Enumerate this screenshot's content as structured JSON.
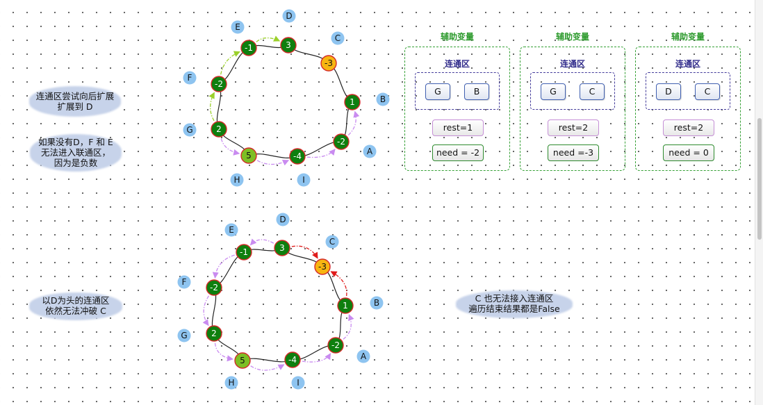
{
  "colors": {
    "node_green": "#0e7f0e",
    "node_border": "#d42a2a",
    "node_orange": "#f7b511",
    "node_lime": "#7dbf24",
    "label_blue": "#8ec4f0",
    "arrow_green": "#9bd02a",
    "arrow_purple": "#c98bf0",
    "arrow_red": "#e01a1a",
    "panel_green": "#35a035",
    "group_purple": "#423a9a"
  },
  "diagram1": {
    "nodes": [
      {
        "id": "A",
        "value": "-2",
        "fill": "green",
        "letter": "A"
      },
      {
        "id": "B",
        "value": "1",
        "fill": "green",
        "letter": "B"
      },
      {
        "id": "C",
        "value": "-3",
        "fill": "orange",
        "letter": "C"
      },
      {
        "id": "D",
        "value": "3",
        "fill": "green",
        "letter": "D"
      },
      {
        "id": "E",
        "value": "-1",
        "fill": "green",
        "letter": "E"
      },
      {
        "id": "F",
        "value": "-2",
        "fill": "green",
        "letter": "F"
      },
      {
        "id": "G",
        "value": "2",
        "fill": "green",
        "letter": "G"
      },
      {
        "id": "H",
        "value": "5",
        "fill": "lime",
        "letter": "H"
      },
      {
        "id": "I",
        "value": "-4",
        "fill": "green",
        "letter": "I"
      }
    ],
    "edges": [
      [
        "A",
        "B"
      ],
      [
        "B",
        "C"
      ],
      [
        "C",
        "D"
      ],
      [
        "D",
        "E"
      ],
      [
        "E",
        "F"
      ],
      [
        "F",
        "G"
      ],
      [
        "G",
        "H"
      ],
      [
        "H",
        "I"
      ],
      [
        "I",
        "A"
      ]
    ],
    "arrows": [
      {
        "from": "G",
        "to": "F",
        "color": "arrow_green"
      },
      {
        "from": "F",
        "to": "E",
        "color": "arrow_green"
      },
      {
        "from": "E",
        "to": "D",
        "color": "arrow_green"
      },
      {
        "from": "G",
        "to": "H",
        "color": "arrow_purple"
      },
      {
        "from": "H",
        "to": "I",
        "color": "arrow_purple"
      },
      {
        "from": "I",
        "to": "A",
        "color": "arrow_purple"
      },
      {
        "from": "A",
        "to": "B",
        "color": "arrow_purple"
      }
    ]
  },
  "diagram2": {
    "nodes": [
      {
        "id": "A",
        "value": "-2",
        "fill": "green",
        "letter": "A"
      },
      {
        "id": "B",
        "value": "1",
        "fill": "green",
        "letter": "B"
      },
      {
        "id": "C",
        "value": "-3",
        "fill": "orange",
        "letter": "C"
      },
      {
        "id": "D",
        "value": "3",
        "fill": "green",
        "letter": "D"
      },
      {
        "id": "E",
        "value": "-1",
        "fill": "green",
        "letter": "E"
      },
      {
        "id": "F",
        "value": "-2",
        "fill": "green",
        "letter": "F"
      },
      {
        "id": "G",
        "value": "2",
        "fill": "green",
        "letter": "G"
      },
      {
        "id": "H",
        "value": "5",
        "fill": "lime",
        "letter": "H"
      },
      {
        "id": "I",
        "value": "-4",
        "fill": "green",
        "letter": "I"
      }
    ],
    "edges": [
      [
        "A",
        "B"
      ],
      [
        "B",
        "C"
      ],
      [
        "C",
        "D"
      ],
      [
        "D",
        "E"
      ],
      [
        "E",
        "F"
      ],
      [
        "F",
        "G"
      ],
      [
        "G",
        "H"
      ],
      [
        "H",
        "I"
      ],
      [
        "I",
        "A"
      ]
    ],
    "arrows": [
      {
        "from": "D",
        "to": "E",
        "color": "arrow_purple"
      },
      {
        "from": "E",
        "to": "F",
        "color": "arrow_purple"
      },
      {
        "from": "F",
        "to": "G",
        "color": "arrow_purple"
      },
      {
        "from": "G",
        "to": "H",
        "color": "arrow_purple"
      },
      {
        "from": "H",
        "to": "I",
        "color": "arrow_purple"
      },
      {
        "from": "I",
        "to": "A",
        "color": "arrow_purple"
      },
      {
        "from": "A",
        "to": "B",
        "color": "arrow_purple"
      },
      {
        "from": "D",
        "to": "C",
        "color": "arrow_red"
      },
      {
        "from": "B",
        "to": "C",
        "color": "arrow_red"
      }
    ]
  },
  "clouds": {
    "top_left_1": [
      "连通区尝试向后扩展",
      "扩展到 D"
    ],
    "top_left_2": [
      "如果没有D，F 和 E",
      "无法进入联通区，",
      "因为是负数"
    ],
    "bottom_left": [
      "以D为头的连通区",
      "依然无法冲破 C"
    ],
    "bottom_right": [
      "C 也无法接入连通区",
      "遍历结束结果都是False"
    ]
  },
  "panels": [
    {
      "title": "辅助变量",
      "group_title": "连通区",
      "chips": [
        "G",
        "B"
      ],
      "rest": "rest=1",
      "need": "need = -2"
    },
    {
      "title": "辅助变量",
      "group_title": "连通区",
      "chips": [
        "G",
        "C"
      ],
      "rest": "rest=2",
      "need": "need =-3"
    },
    {
      "title": "辅助变量",
      "group_title": "连通区",
      "chips": [
        "D",
        "C"
      ],
      "rest": "rest=2",
      "need": "need = 0"
    }
  ]
}
